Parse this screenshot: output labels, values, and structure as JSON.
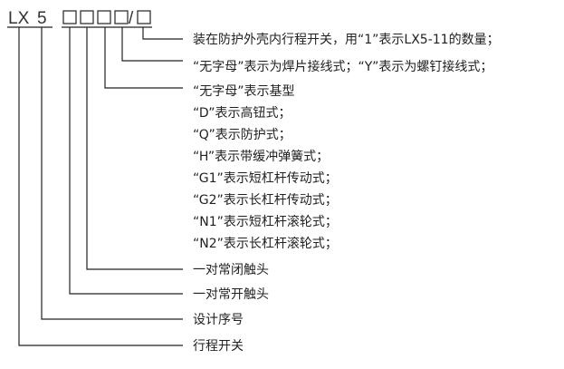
{
  "model": {
    "prefix": "LX",
    "series": "5",
    "slash": "/"
  },
  "descriptions": [
    "装在防护外壳内行程开关，用“1”表示LX5-11的数量；",
    "“无字母”表示为焊片接线式；“Y”表示为螺钉接线式；",
    "“无字母”表示基型",
    "“D”表示高钮式；",
    "“Q”表示防护式；",
    "“H”表示带缓冲弹簧式；",
    "“G1”表示短杠杆传动式；",
    "“G2”表示长杠杆传动式；",
    "“N1”表示短杠杆滚轮式；",
    "“N2”表示长杠杆滚轮式；",
    "一对常闭触头",
    "一对常开触头",
    "设计序号",
    "行程开关"
  ]
}
